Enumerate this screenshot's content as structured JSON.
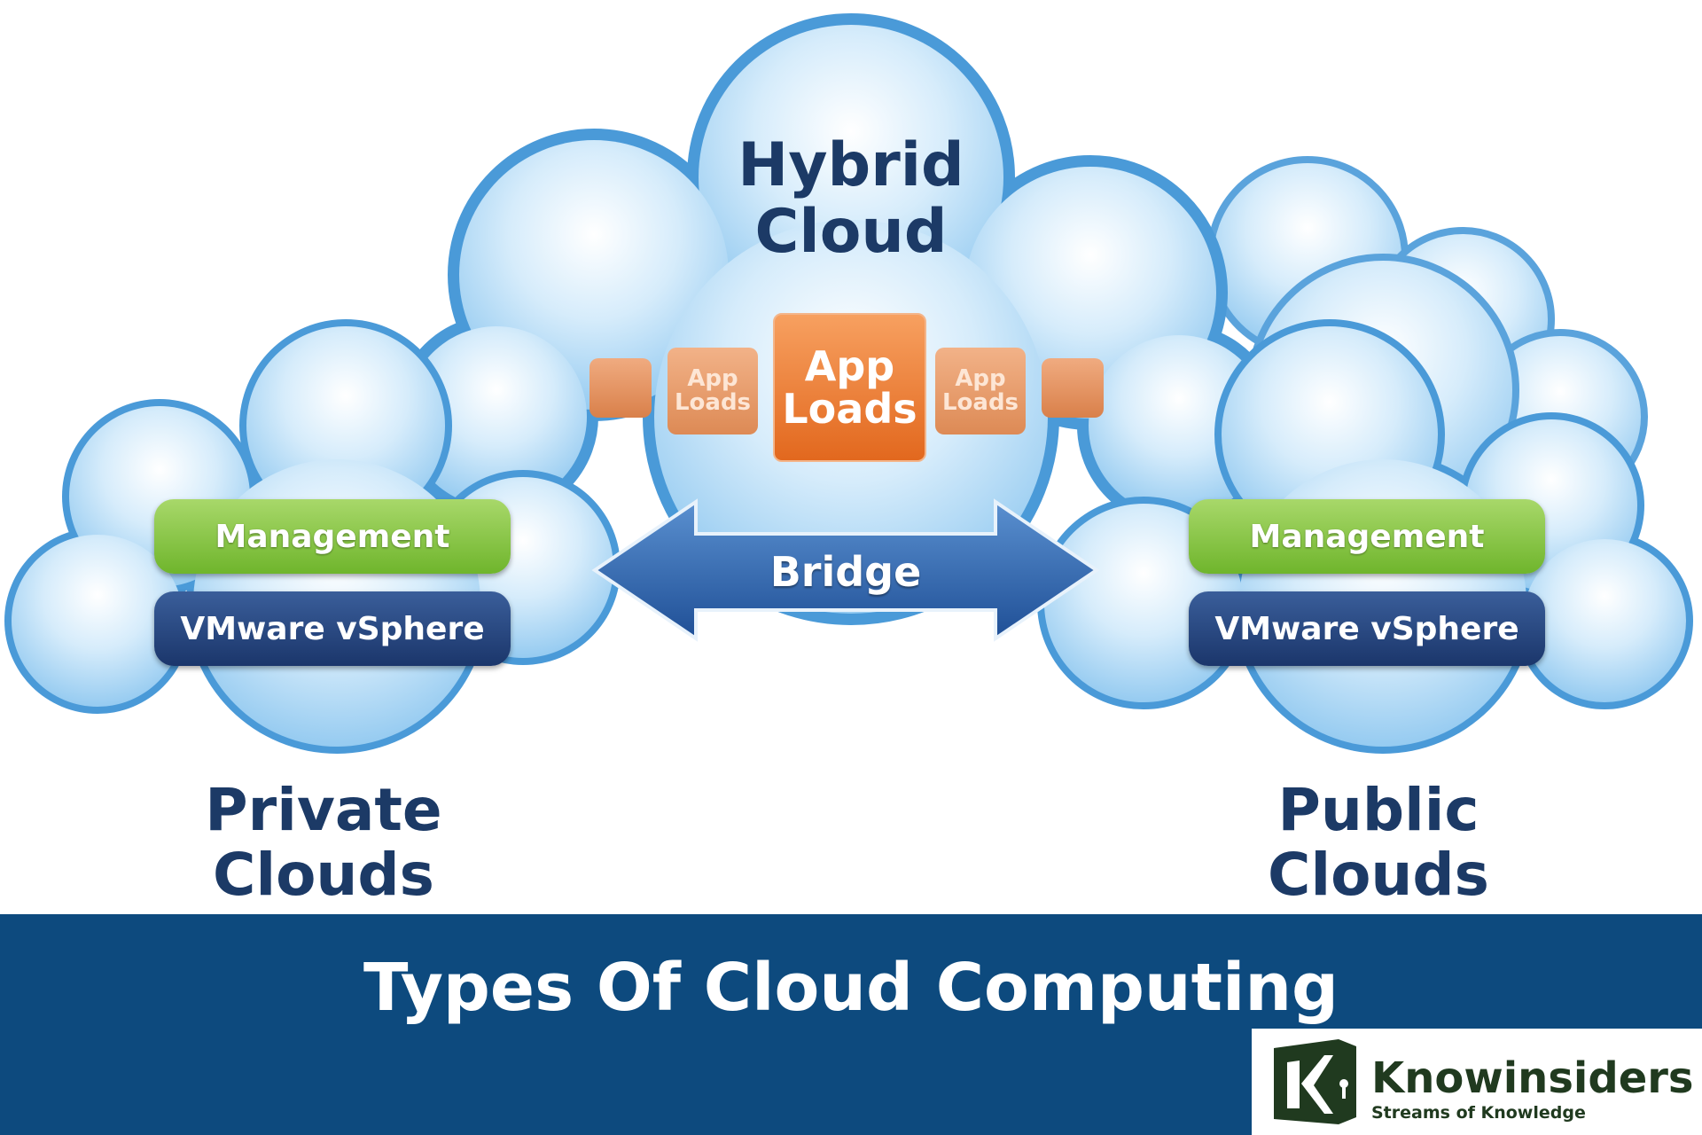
{
  "hybrid": {
    "title_line1": "Hybrid",
    "title_line2": "Cloud"
  },
  "app_loads": {
    "main_line1": "App",
    "main_line2": "Loads",
    "side_line1": "App",
    "side_line2": "Loads"
  },
  "bridge": {
    "label": "Bridge"
  },
  "private": {
    "management": "Management",
    "vmware": "VMware vSphere",
    "title_line1": "Private",
    "title_line2": "Clouds"
  },
  "public": {
    "management": "Management",
    "vmware": "VMware vSphere",
    "title_line1": "Public",
    "title_line2": "Clouds"
  },
  "banner": {
    "title": "Types Of Cloud Computing"
  },
  "logo": {
    "name": "Knowinsiders",
    "tagline": "Streams of Knowledge",
    "letter": "K"
  },
  "colors": {
    "banner": "#0d4a7e",
    "cloud": "#9fd0f2",
    "cloud_outline": "#4a9ad8",
    "management": "#7cbf35",
    "vmware": "#1f3b72",
    "app": "#e8752a",
    "logo": "#203a1f"
  }
}
